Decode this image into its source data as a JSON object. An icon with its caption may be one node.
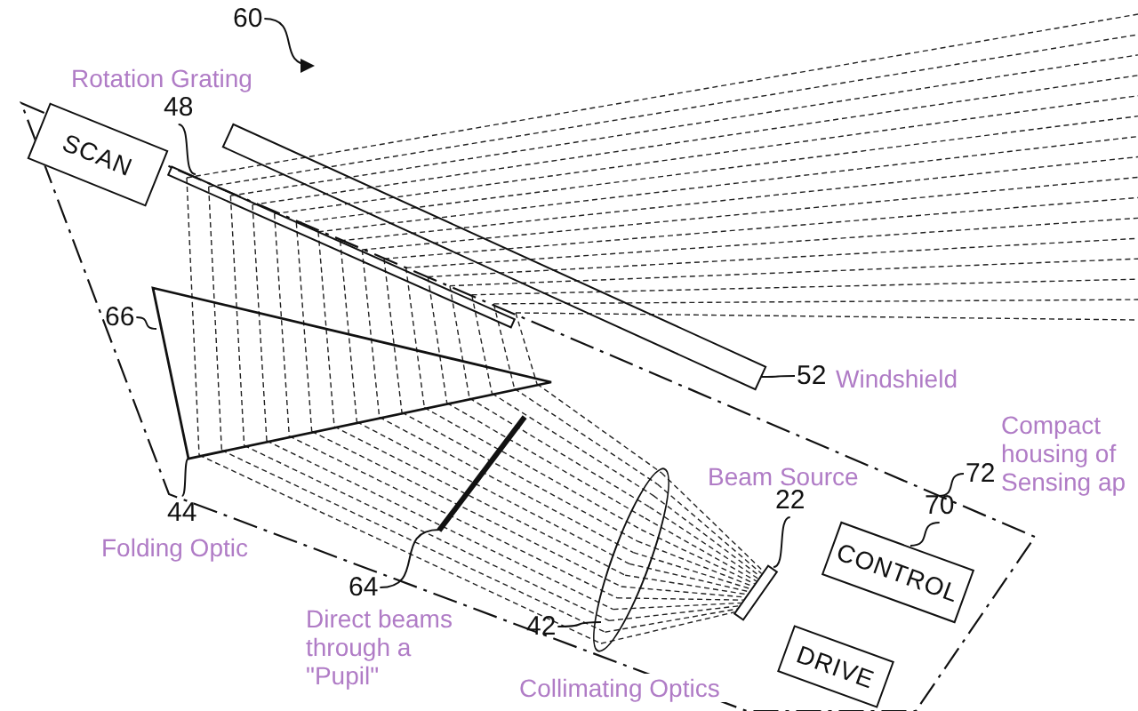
{
  "diagram": {
    "nodes": [
      {
        "text": [],
        "shape": "box"
      },
      {
        "text": [
          "SCAN"
        ],
        "in": 0
      },
      {
        "text": [
          "CONTROL"
        ],
        "in": 0
      },
      {
        "text": [
          "DRIVE"
        ],
        "in": 0
      },
      {
        "text": [],
        "shape": "bar"
      },
      {
        "text": [],
        "shape": "bar",
        "in": 0
      },
      {
        "text": [],
        "shape": "triangle",
        "in": 0
      },
      {
        "text": [],
        "shape": "bar",
        "in": 0
      },
      {
        "text": [],
        "shape": "ellipse",
        "in": 0
      },
      {
        "text": [],
        "shape": "bar",
        "in": 0
      },
      {
        "text": [
          "60"
        ]
      },
      {
        "text": [
          "48"
        ]
      },
      {
        "text": [
          "66"
        ],
        "in": 0
      },
      {
        "text": [
          "44"
        ]
      },
      {
        "text": [
          "52"
        ]
      },
      {
        "text": [
          "72"
        ]
      },
      {
        "text": [
          "70"
        ],
        "in": 0
      },
      {
        "text": [
          "22"
        ],
        "in": 0
      },
      {
        "text": [
          "64"
        ]
      },
      {
        "text": [
          "42"
        ],
        "in": 0
      }
    ],
    "edges": [
      {
        "from": 10,
        "to": null,
        "arrow": "to"
      },
      {
        "from": 11,
        "to": 5,
        "arrow": "none"
      },
      {
        "from": 12,
        "to": 6,
        "arrow": "none"
      },
      {
        "from": 13,
        "to": 6,
        "arrow": "none"
      },
      {
        "from": 14,
        "to": 4,
        "arrow": "none"
      },
      {
        "from": 15,
        "to": 0,
        "arrow": "none"
      },
      {
        "from": 16,
        "to": 2,
        "arrow": "none"
      },
      {
        "from": 17,
        "to": 9,
        "arrow": "none"
      },
      {
        "from": 18,
        "to": 7,
        "arrow": "none"
      },
      {
        "from": 19,
        "to": 8,
        "arrow": "none"
      }
    ],
    "labels": [
      "Rotation Grating",
      "Windshield",
      "Compact housing of Sensing ap",
      "Beam Source",
      "Folding Optic",
      "Direct beams through a \"Pupil\"",
      "Collimating Optics"
    ]
  }
}
